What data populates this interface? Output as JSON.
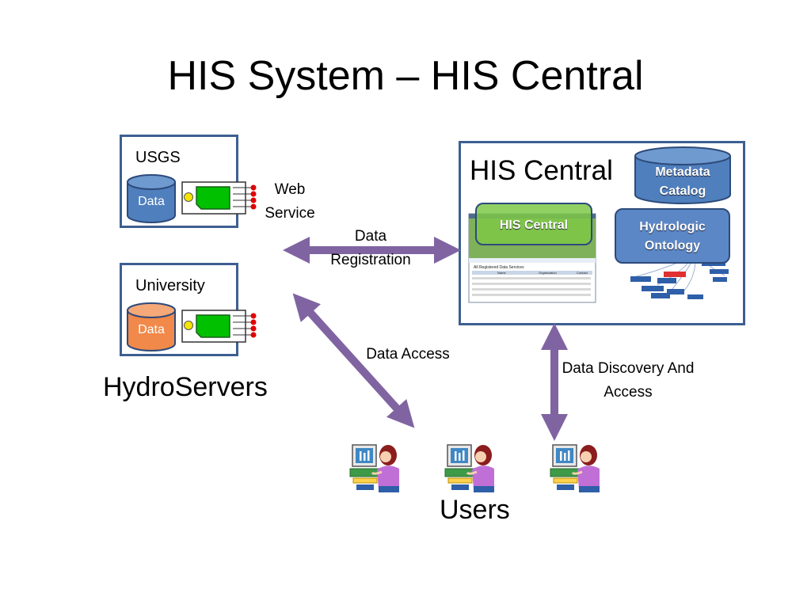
{
  "title": "HIS System – HIS Central",
  "servers": [
    {
      "name": "USGS",
      "db_label": "Data"
    },
    {
      "name": "University",
      "db_label": "Data"
    }
  ],
  "web_service_label": "Web Service",
  "hydroservers_label": "HydroServers",
  "his_central": {
    "title": "HIS Central",
    "metadata_catalog": "Metadata Catalog",
    "hydrologic_ontology": "Hydrologic Ontology",
    "thumbnail_label": "HIS Central",
    "thumbnail_table_heading": "All Registered Data Services",
    "thumbnail_columns": [
      "Name",
      "Organization",
      "Contact"
    ]
  },
  "arrows": {
    "registration": "Data Registration",
    "access": "Data Access",
    "discovery": "Data Discovery And Access"
  },
  "users_label": "Users",
  "colors": {
    "box_border": "#3d5f91",
    "db_blue": "#4f7fbd",
    "db_orange": "#f0894a",
    "arrow": "#8064a2",
    "screen_green": "#00c000",
    "red_dot": "#e00000",
    "yellow_dot": "#f5e400"
  },
  "icons": [
    "database-icon",
    "web-service-card-icon",
    "user-at-computer-icon"
  ]
}
